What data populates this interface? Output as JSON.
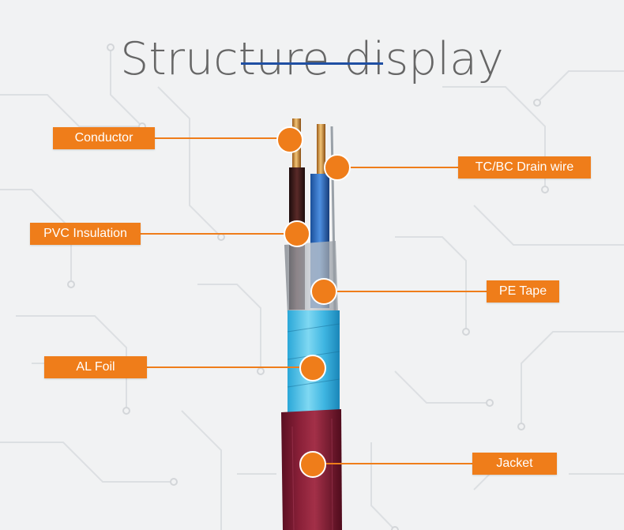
{
  "title": "Structure display",
  "accent_color": "#ef7d1a",
  "rule_color": "#1f4fa3",
  "labels": {
    "conductor": "Conductor",
    "drain_wire": "TC/BC Drain wire",
    "pvc_insulation": "PVC Insulation",
    "pe_tape": "PE Tape",
    "al_foil": "AL Foil",
    "jacket": "Jacket"
  }
}
